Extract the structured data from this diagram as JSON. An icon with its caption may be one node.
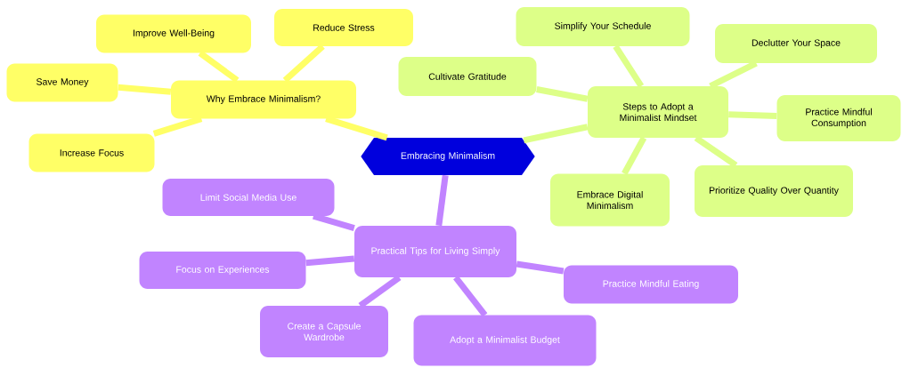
{
  "diagram": {
    "nodes": [
      {
        "text": [
          "Embracing Minimalism"
        ]
      },
      {
        "text": [
          "Why Embrace Minimalism?"
        ]
      },
      {
        "text": [
          "Improve Well-Being"
        ]
      },
      {
        "text": [
          "Reduce Stress"
        ]
      },
      {
        "text": [
          "Save Money"
        ]
      },
      {
        "text": [
          "Increase Focus"
        ]
      },
      {
        "text": [
          "Steps to Adopt a Minimalist Mindset"
        ]
      },
      {
        "text": [
          "Simplify Your Schedule"
        ]
      },
      {
        "text": [
          "Declutter Your Space"
        ]
      },
      {
        "text": [
          "Cultivate Gratitude"
        ]
      },
      {
        "text": [
          "Practice Mindful Consumption"
        ]
      },
      {
        "text": [
          "Prioritize Quality Over Quantity"
        ]
      },
      {
        "text": [
          "Embrace Digital Minimalism"
        ]
      },
      {
        "text": [
          "Practical Tips for Living Simply"
        ]
      },
      {
        "text": [
          "Limit Social Media Use"
        ]
      },
      {
        "text": [
          "Focus on Experiences"
        ]
      },
      {
        "text": [
          "Create a Capsule Wardrobe"
        ]
      },
      {
        "text": [
          "Adopt a Minimalist Budget"
        ]
      },
      {
        "text": [
          "Practice Mindful Eating"
        ]
      }
    ],
    "edges": [
      {
        "from": 0,
        "to": 1,
        "arrow": "none",
        "color": "#ffff66"
      },
      {
        "from": 1,
        "to": 2,
        "arrow": "none",
        "color": "#ffff66"
      },
      {
        "from": 1,
        "to": 3,
        "arrow": "none",
        "color": "#ffff66"
      },
      {
        "from": 1,
        "to": 4,
        "arrow": "none",
        "color": "#ffff66"
      },
      {
        "from": 1,
        "to": 5,
        "arrow": "none",
        "color": "#ffff66"
      },
      {
        "from": 0,
        "to": 6,
        "arrow": "none",
        "color": "#ddff88"
      },
      {
        "from": 6,
        "to": 7,
        "arrow": "none",
        "color": "#ddff88"
      },
      {
        "from": 6,
        "to": 8,
        "arrow": "none",
        "color": "#ddff88"
      },
      {
        "from": 6,
        "to": 9,
        "arrow": "none",
        "color": "#ddff88"
      },
      {
        "from": 6,
        "to": 10,
        "arrow": "none",
        "color": "#ddff88"
      },
      {
        "from": 6,
        "to": 11,
        "arrow": "none",
        "color": "#ddff88"
      },
      {
        "from": 6,
        "to": 12,
        "arrow": "none",
        "color": "#ddff88"
      },
      {
        "from": 0,
        "to": 13,
        "arrow": "none",
        "color": "#c184ff"
      },
      {
        "from": 13,
        "to": 14,
        "arrow": "none",
        "color": "#c184ff"
      },
      {
        "from": 13,
        "to": 15,
        "arrow": "none",
        "color": "#c184ff"
      },
      {
        "from": 13,
        "to": 16,
        "arrow": "none",
        "color": "#c184ff"
      },
      {
        "from": 13,
        "to": 17,
        "arrow": "none",
        "color": "#c184ff"
      },
      {
        "from": 13,
        "to": 18,
        "arrow": "none",
        "color": "#c184ff"
      }
    ]
  }
}
